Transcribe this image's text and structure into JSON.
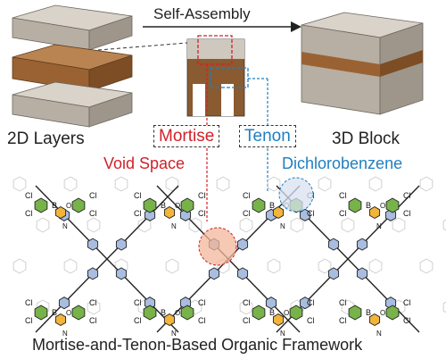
{
  "top": {
    "arrow_label": "Self-Assembly",
    "left_caption": "2D Layers",
    "right_caption": "3D Block"
  },
  "zoom": {
    "mortise_label": "Mortise",
    "tenon_label": "Tenon"
  },
  "framework": {
    "void_label": "Void Space",
    "solvent_label": "Dichlorobenzene",
    "footer": "Mortise-and-Tenon-Based Organic Framework",
    "atoms": {
      "chlorine": "Cl",
      "boron": "B",
      "oxygen": "O",
      "nitrogen": "N"
    }
  },
  "colors": {
    "mortise_red": "#d0222a",
    "tenon_blue": "#1f7fc0",
    "block_brown": "#9a6232",
    "block_gray": "#c9c2b8",
    "ring_green": "#78b34a",
    "ring_yellow": "#f2b43a",
    "ring_blue": "#a9bde0",
    "void_fill": "#f2b79a",
    "solvent_fill": "#d8e2f2"
  }
}
